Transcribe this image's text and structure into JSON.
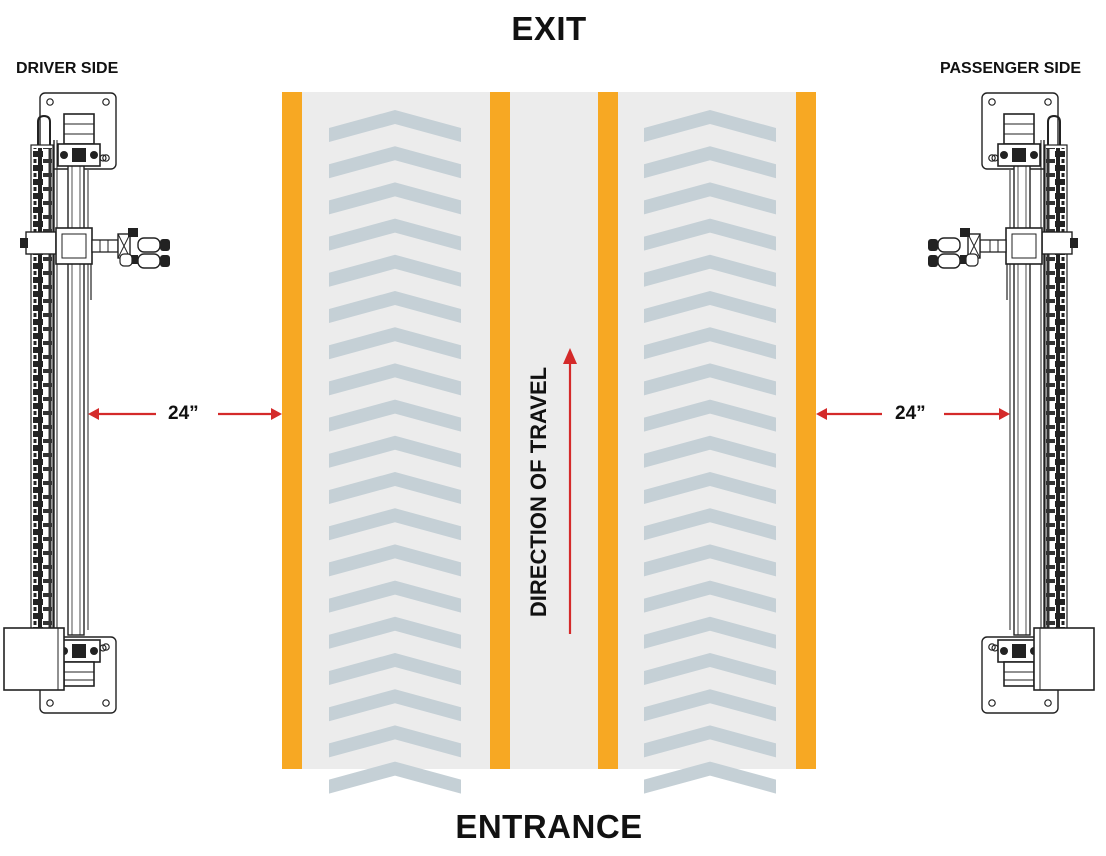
{
  "labels": {
    "exit": "EXIT",
    "entrance": "ENTRANCE",
    "driver_side": "DRIVER SIDE",
    "passenger_side": "PASSENGER SIDE",
    "direction": "DIRECTION OF TRAVEL",
    "left_clearance": "24”",
    "right_clearance": "24”"
  },
  "lanes": {
    "count": 2,
    "chevrons_per_lane": 19
  },
  "colors": {
    "stripe": "#f7a823",
    "lane_bg": "#ececec",
    "chevron": "#c5d0d6",
    "arrow": "#d42a2a",
    "hardware": "#1a1a1a"
  }
}
